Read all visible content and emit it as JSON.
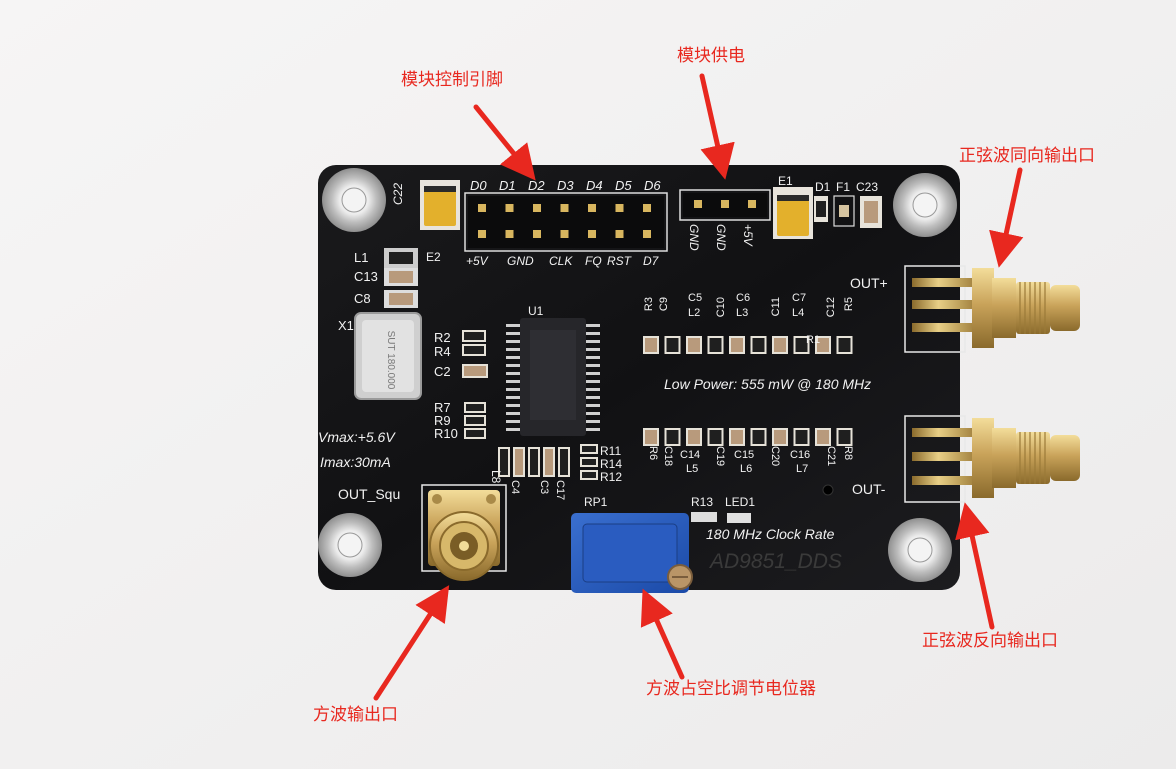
{
  "annotations": {
    "control_pins": "模块控制引脚",
    "power": "模块供电",
    "sine_out_pos": "正弦波同向输出口",
    "sine_out_neg": "正弦波反向输出口",
    "square_out": "方波输出口",
    "duty_pot": "方波占空比调节电位器"
  },
  "board": {
    "title": "AD9851_DDS",
    "clock_rate": "180 MHz Clock Rate",
    "low_power": "Low Power: 555 mW @ 180 MHz",
    "vmax": "Vmax:+5.6V",
    "imax": "Imax:30mA",
    "out_plus": "OUT+",
    "out_minus": "OUT-",
    "out_square": "OUT_Squ",
    "header_top": [
      "D0",
      "D1",
      "D2",
      "D3",
      "D4",
      "D5",
      "D6"
    ],
    "header_bottom": [
      "+5V",
      "GND",
      "CLK",
      "FQ",
      "RST",
      "D7"
    ],
    "power_pins": [
      "GND",
      "GND",
      "+5V"
    ],
    "refs": {
      "c22": "C22",
      "e2": "E2",
      "e1": "E1",
      "d1": "D1",
      "f1": "F1",
      "c23": "C23",
      "l1": "L1",
      "c13": "C13",
      "c8": "C8",
      "x1": "X1",
      "u1": "U1",
      "r2": "R2",
      "r4": "R4",
      "c2": "C2",
      "r7": "R7",
      "r9": "R9",
      "r10": "R10",
      "r3": "R3",
      "c9": "C9",
      "c5": "C5",
      "l2": "L2",
      "c10": "C10",
      "c6": "C6",
      "l3": "L3",
      "c11": "C11",
      "c7": "C7",
      "l4": "L4",
      "c12": "C12",
      "r5": "R5",
      "r1": "R1",
      "r6": "R6",
      "c18": "C18",
      "c14": "C14",
      "l5": "L5",
      "c19": "C19",
      "c15": "C15",
      "l6": "L6",
      "c20": "C20",
      "c16": "C16",
      "l7": "L7",
      "c21": "C21",
      "r8": "R8",
      "l8": "L8",
      "c4": "C4",
      "c3": "C3",
      "c17": "C17",
      "r11": "R11",
      "r14": "R14",
      "r12": "R12",
      "rp1": "RP1",
      "r13": "R13",
      "led1": "LED1"
    },
    "crystal": "SUT 180.000"
  }
}
